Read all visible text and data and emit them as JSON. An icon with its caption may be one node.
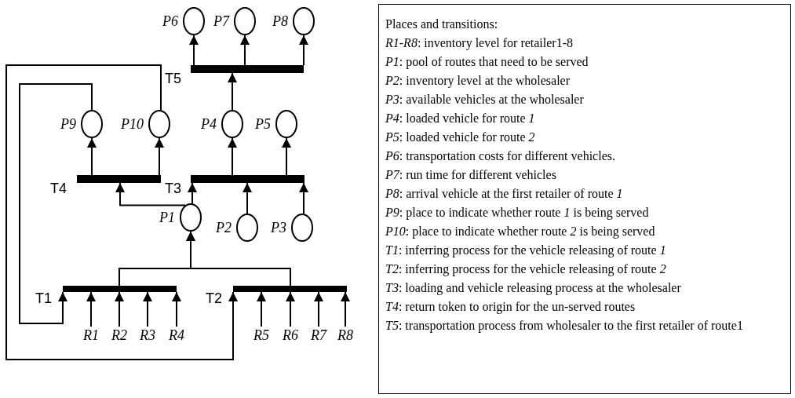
{
  "diagram": {
    "nodes": [
      {
        "text": [],
        "shape": "circle",
        "beside": [
          "P6"
        ]
      },
      {
        "text": [],
        "shape": "circle",
        "beside": [
          "P7"
        ]
      },
      {
        "text": [],
        "shape": "circle",
        "beside": [
          "P8"
        ]
      },
      {
        "text": [],
        "shape": "bar",
        "beside": [
          "T5"
        ]
      },
      {
        "text": [],
        "shape": "circle",
        "beside": [
          "P9"
        ]
      },
      {
        "text": [],
        "shape": "circle",
        "beside": [
          "P10"
        ]
      },
      {
        "text": [],
        "shape": "circle",
        "beside": [
          "P4"
        ]
      },
      {
        "text": [],
        "shape": "circle",
        "beside": [
          "P5"
        ]
      },
      {
        "text": [],
        "shape": "bar",
        "beside": [
          "T4"
        ]
      },
      {
        "text": [],
        "shape": "bar",
        "beside": [
          "T3"
        ]
      },
      {
        "text": [],
        "shape": "circle",
        "beside": [
          "P1"
        ]
      },
      {
        "text": [],
        "shape": "circle",
        "beside": [
          "P2"
        ]
      },
      {
        "text": [],
        "shape": "circle",
        "beside": [
          "P3"
        ]
      },
      {
        "text": [],
        "shape": "bar",
        "beside": [
          "T1"
        ]
      },
      {
        "text": [],
        "shape": "bar",
        "beside": [
          "T2"
        ]
      },
      {
        "text": [
          "R1"
        ]
      },
      {
        "text": [
          "R2"
        ]
      },
      {
        "text": [
          "R3"
        ]
      },
      {
        "text": [
          "R4"
        ]
      },
      {
        "text": [
          "R5"
        ]
      },
      {
        "text": [
          "R6"
        ]
      },
      {
        "text": [
          "R7"
        ]
      },
      {
        "text": [
          "R8"
        ]
      },
      {
        "text": [
          "Places and transitions:",
          "*R1-R8*: inventory level for retailer1-8",
          "*P1*: pool of routes that need to be served",
          "*P2*: inventory level at the wholesaler",
          "*P3*: available vehicles at the wholesaler",
          "*P4*: loaded vehicle for route *1*",
          "*P5*: loaded vehicle for route *2*",
          "*P6*: transportation costs for different vehicles.",
          "*P7*: run time for different vehicles",
          "*P8*: arrival vehicle at the first retailer of route *1*",
          "*P9*: place to indicate whether route *1* is being served",
          "*P10*: place to indicate whether route *2* is being served",
          "*T1*: inferring process for the vehicle releasing of route *1*",
          "*T2*: inferring process for the vehicle releasing of route *2*",
          "*T3*: loading and vehicle releasing process at the wholesaler",
          "*T4*: return token to origin for the un-served routes",
          "*T5*: transportation process from wholesaler to the first retailer of route1"
        ]
      }
    ],
    "edges": [
      {
        "from": 3,
        "to": 0,
        "arrow": "to"
      },
      {
        "from": 3,
        "to": 1,
        "arrow": "to"
      },
      {
        "from": 3,
        "to": 2,
        "arrow": "to"
      },
      {
        "from": 6,
        "to": 3,
        "arrow": "to"
      },
      {
        "from": 8,
        "to": 4,
        "arrow": "to"
      },
      {
        "from": 8,
        "to": 5,
        "arrow": "to"
      },
      {
        "from": 9,
        "to": 6,
        "arrow": "to"
      },
      {
        "from": 9,
        "to": 7,
        "arrow": "to"
      },
      {
        "from": 10,
        "to": 8,
        "arrow": "to"
      },
      {
        "from": 10,
        "to": 9,
        "arrow": "to"
      },
      {
        "from": 11,
        "to": 9,
        "arrow": "to"
      },
      {
        "from": 12,
        "to": 9,
        "arrow": "to"
      },
      {
        "from": 13,
        "to": 10,
        "arrow": "to"
      },
      {
        "from": 14,
        "to": 10,
        "arrow": "to"
      },
      {
        "from": 15,
        "to": 13,
        "arrow": "to"
      },
      {
        "from": 16,
        "to": 13,
        "arrow": "to"
      },
      {
        "from": 17,
        "to": 13,
        "arrow": "to"
      },
      {
        "from": 18,
        "to": 13,
        "arrow": "to"
      },
      {
        "from": 19,
        "to": 14,
        "arrow": "to"
      },
      {
        "from": 20,
        "to": 14,
        "arrow": "to"
      },
      {
        "from": 21,
        "to": 14,
        "arrow": "to"
      },
      {
        "from": 22,
        "to": 14,
        "arrow": "to"
      },
      {
        "from": 4,
        "to": 13,
        "arrow": "to"
      },
      {
        "from": 5,
        "to": 14,
        "arrow": "to"
      }
    ]
  }
}
